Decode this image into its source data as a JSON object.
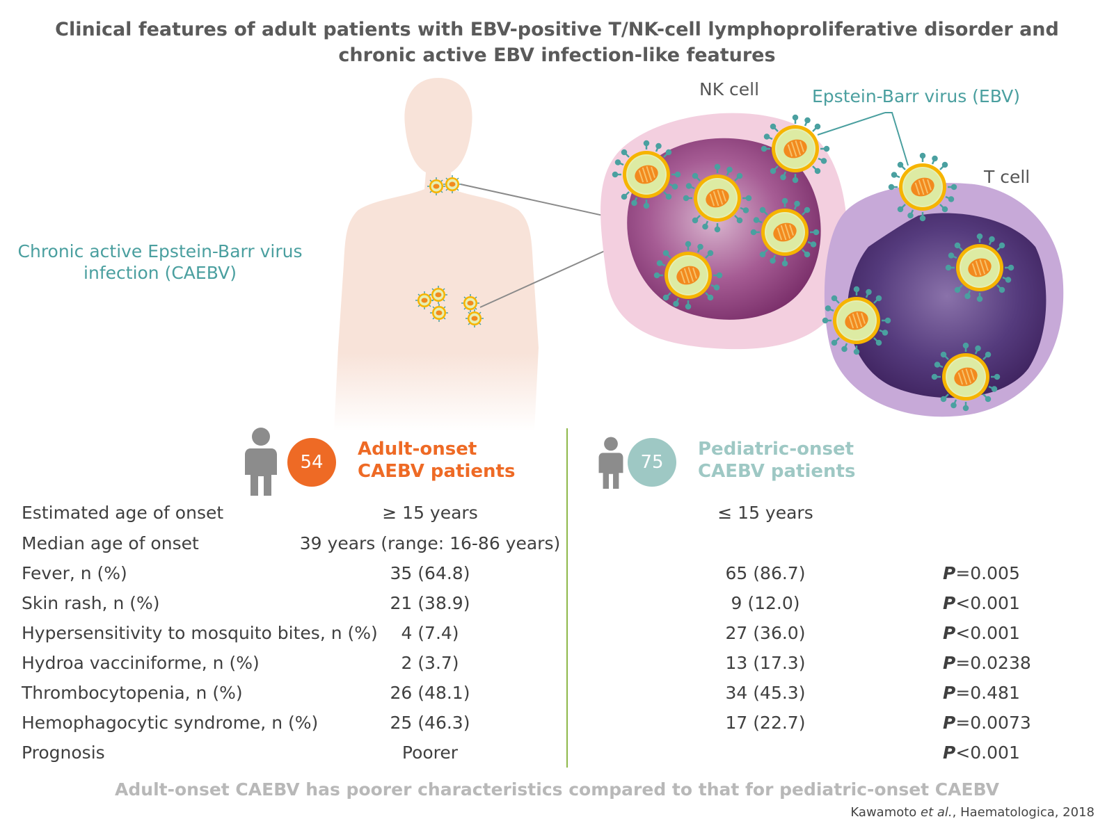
{
  "title_line1": "Clinical features of adult patients with EBV-positive T/NK-cell lymphoproliferative disorder and",
  "title_line2": "chronic active EBV infection-like features",
  "caebv_label_line1": "Chronic active Epstein-Barr virus",
  "caebv_label_line2": "infection (CAEBV)",
  "nk_cell_label": "NK cell",
  "ebv_label": "Epstein-Barr virus (EBV)",
  "t_cell_label": "T cell",
  "adult_group": {
    "count": "54",
    "line1": "Adult-onset",
    "line2": "CAEBV patients",
    "color": "#ee6a25"
  },
  "pediatric_group": {
    "count": "75",
    "line1": "Pediatric-onset",
    "line2": "CAEBV patients",
    "color": "#9ec8c4"
  },
  "rows": [
    {
      "label": "Estimated age of onset",
      "adult": "≥ 15 years",
      "pediatric": "≤ 15 years",
      "p_label": "",
      "p_value": ""
    },
    {
      "label": "Median age of onset",
      "adult": "39 years (range: 16-86 years)",
      "pediatric": "",
      "p_label": "",
      "p_value": ""
    },
    {
      "label": "Fever, n (%)",
      "adult": "35 (64.8)",
      "pediatric": "65 (86.7)",
      "p_label": "P",
      "p_value": "=0.005"
    },
    {
      "label": "Skin rash, n (%)",
      "adult": "21 (38.9)",
      "pediatric": "9 (12.0)",
      "p_label": "P",
      "p_value": "<0.001"
    },
    {
      "label": "Hypersensitivity to mosquito bites, n (%)",
      "adult": "4 (7.4)",
      "pediatric": "27 (36.0)",
      "p_label": "P",
      "p_value": "<0.001"
    },
    {
      "label": "Hydroa vacciniforme, n (%)",
      "adult": "2 (3.7)",
      "pediatric": "13 (17.3)",
      "p_label": "P",
      "p_value": "=0.0238"
    },
    {
      "label": "Thrombocytopenia, n (%)",
      "adult": "26 (48.1)",
      "pediatric": "34 (45.3)",
      "p_label": "P",
      "p_value": "=0.481"
    },
    {
      "label": "Hemophagocytic syndrome, n (%)",
      "adult": "25 (46.3)",
      "pediatric": "17 (22.7)",
      "p_label": "P",
      "p_value": "=0.0073"
    },
    {
      "label": "Prognosis",
      "adult": "Poorer",
      "pediatric": "",
      "p_label": "P",
      "p_value": "<0.001"
    }
  ],
  "conclusion": "Adult-onset CAEBV has poorer characteristics compared to that for pediatric-onset CAEBV",
  "citation": {
    "author": "Kawamoto",
    "etal": "et al.",
    "rest": ", Haematologica, 2018"
  },
  "colors": {
    "teal": "#4a9f9f",
    "orange": "#ee6a25",
    "divider": "#8fb84a",
    "nk_outer": "#f3cfdf",
    "nk_inner": "#7a2f6a",
    "t_outer": "#c7a9d8",
    "t_inner": "#3e225e",
    "body": "#f8e3d9"
  }
}
